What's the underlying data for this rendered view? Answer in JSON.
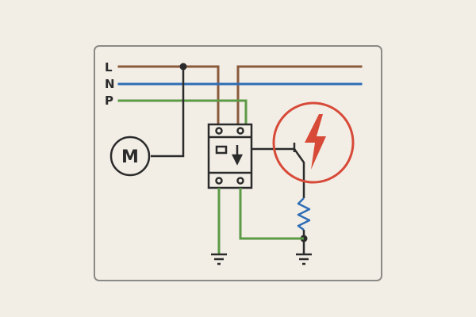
{
  "diagram": {
    "line_labels": {
      "l": "L",
      "n": "N",
      "p": "P"
    },
    "motor_label": "M",
    "colors": {
      "background": "#f2eee6",
      "frame": "#8a8a86",
      "line_l": "#8b5a3c",
      "line_n": "#2f6db5",
      "line_p": "#5c9a46",
      "black": "#2b2b2b",
      "hazard": "#d84a38",
      "resistor": "#2f6db5"
    },
    "icons": {
      "motor": "motor-icon",
      "hazard": "lightning-hazard-icon",
      "ground": "ground-icon",
      "breaker": "circuit-breaker-icon",
      "resistor": "resistor-icon"
    }
  }
}
